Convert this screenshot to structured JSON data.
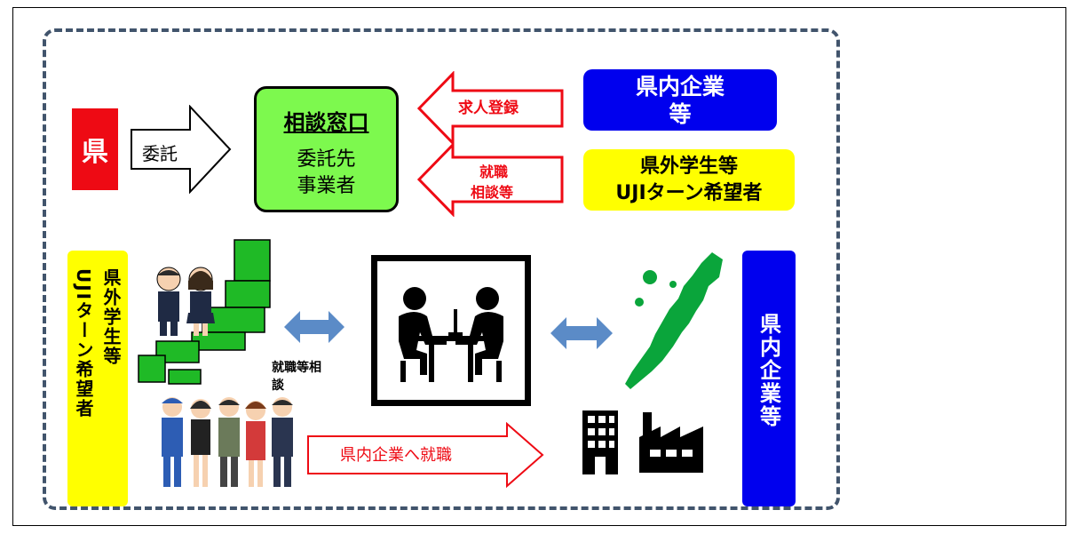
{
  "prefecture_label": "県",
  "commission_label": "委託",
  "consult": {
    "title": "相談窓口",
    "line1": "委託先",
    "line2": "事業者"
  },
  "arrow_job_registration": "求人登録",
  "arrow_job_consult_line1": "就職",
  "arrow_job_consult_line2": "相談等",
  "companies_top": {
    "line1": "県内企業",
    "line2": "等"
  },
  "students_top": {
    "line1": "県外学生等",
    "line2": "UJIターン希望者"
  },
  "left_column": {
    "col1": "県外学生等",
    "col2": "UJIターン希望者"
  },
  "right_column": "県内企業等",
  "consult_caption_line1": "就職等相",
  "consult_caption_line2": "談",
  "employment_arrow": "県内企業へ就職",
  "colors": {
    "red": "#ee0a14",
    "green": "#7df94e",
    "blue": "#0000ee",
    "yellow": "#ffff00",
    "steel_blue": "#5b8bc7",
    "map_green": "#0aa53b"
  }
}
